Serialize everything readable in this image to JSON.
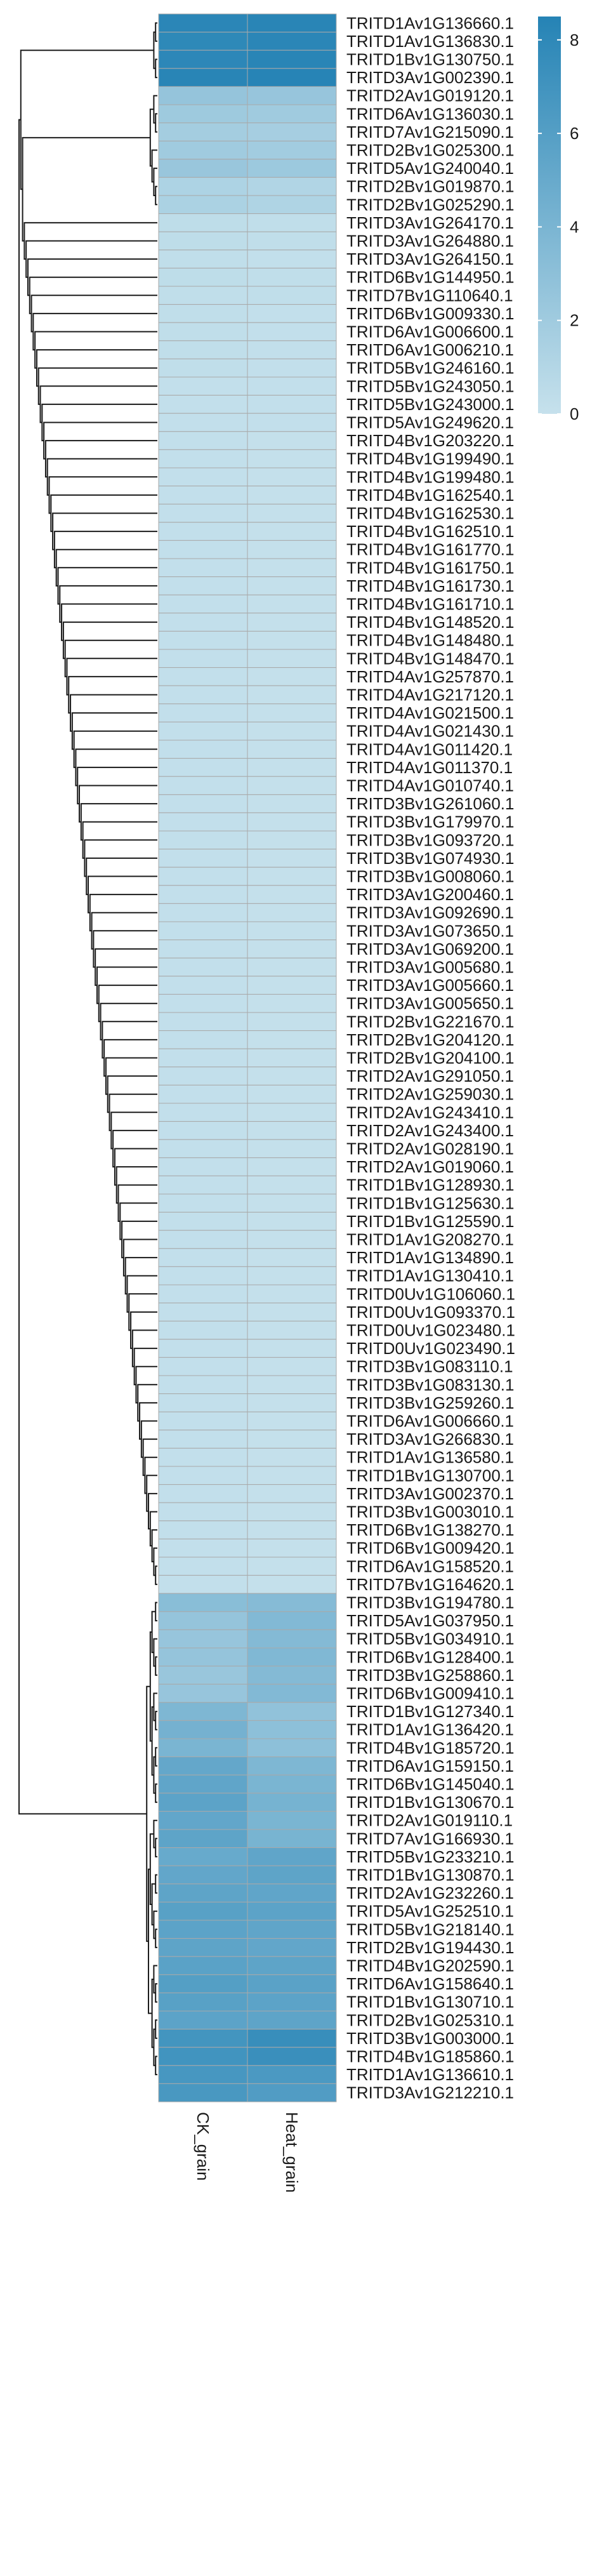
{
  "chart_data": {
    "type": "heatmap",
    "title": "",
    "columns": [
      "CK_grain",
      "Heat_grain"
    ],
    "rows": [
      "TRITD1Av1G136660.1",
      "TRITD1Av1G136830.1",
      "TRITD1Bv1G130750.1",
      "TRITD3Av1G002390.1",
      "TRITD2Av1G019120.1",
      "TRITD6Av1G136030.1",
      "TRITD7Av1G215090.1",
      "TRITD2Bv1G025300.1",
      "TRITD5Av1G240040.1",
      "TRITD2Bv1G019870.1",
      "TRITD2Bv1G025290.1",
      "TRITD3Av1G264170.1",
      "TRITD3Av1G264880.1",
      "TRITD3Av1G264150.1",
      "TRITD6Bv1G144950.1",
      "TRITD7Bv1G110640.1",
      "TRITD6Bv1G009330.1",
      "TRITD6Av1G006600.1",
      "TRITD6Av1G006210.1",
      "TRITD5Bv1G246160.1",
      "TRITD5Bv1G243050.1",
      "TRITD5Bv1G243000.1",
      "TRITD5Av1G249620.1",
      "TRITD4Bv1G203220.1",
      "TRITD4Bv1G199490.1",
      "TRITD4Bv1G199480.1",
      "TRITD4Bv1G162540.1",
      "TRITD4Bv1G162530.1",
      "TRITD4Bv1G162510.1",
      "TRITD4Bv1G161770.1",
      "TRITD4Bv1G161750.1",
      "TRITD4Bv1G161730.1",
      "TRITD4Bv1G161710.1",
      "TRITD4Bv1G148520.1",
      "TRITD4Bv1G148480.1",
      "TRITD4Bv1G148470.1",
      "TRITD4Av1G257870.1",
      "TRITD4Av1G217120.1",
      "TRITD4Av1G021500.1",
      "TRITD4Av1G021430.1",
      "TRITD4Av1G011420.1",
      "TRITD4Av1G011370.1",
      "TRITD4Av1G010740.1",
      "TRITD3Bv1G261060.1",
      "TRITD3Bv1G179970.1",
      "TRITD3Bv1G093720.1",
      "TRITD3Bv1G074930.1",
      "TRITD3Bv1G008060.1",
      "TRITD3Av1G200460.1",
      "TRITD3Av1G092690.1",
      "TRITD3Av1G073650.1",
      "TRITD3Av1G069200.1",
      "TRITD3Av1G005680.1",
      "TRITD3Av1G005660.1",
      "TRITD3Av1G005650.1",
      "TRITD2Bv1G221670.1",
      "TRITD2Bv1G204120.1",
      "TRITD2Bv1G204100.1",
      "TRITD2Av1G291050.1",
      "TRITD2Av1G259030.1",
      "TRITD2Av1G243410.1",
      "TRITD2Av1G243400.1",
      "TRITD2Av1G028190.1",
      "TRITD2Av1G019060.1",
      "TRITD1Bv1G128930.1",
      "TRITD1Bv1G125630.1",
      "TRITD1Bv1G125590.1",
      "TRITD1Av1G208270.1",
      "TRITD1Av1G134890.1",
      "TRITD1Av1G130410.1",
      "TRITD0Uv1G106060.1",
      "TRITD0Uv1G093370.1",
      "TRITD0Uv1G023480.1",
      "TRITD0Uv1G023490.1",
      "TRITD3Bv1G083110.1",
      "TRITD3Bv1G083130.1",
      "TRITD3Bv1G259260.1",
      "TRITD6Av1G006660.1",
      "TRITD3Av1G266830.1",
      "TRITD1Av1G136580.1",
      "TRITD1Bv1G130700.1",
      "TRITD3Av1G002370.1",
      "TRITD3Bv1G003010.1",
      "TRITD6Bv1G138270.1",
      "TRITD6Bv1G009420.1",
      "TRITD6Av1G158520.1",
      "TRITD7Bv1G164620.1",
      "TRITD3Bv1G194780.1",
      "TRITD5Av1G037950.1",
      "TRITD5Bv1G034910.1",
      "TRITD6Bv1G128400.1",
      "TRITD3Bv1G258860.1",
      "TRITD6Bv1G009410.1",
      "TRITD1Bv1G127340.1",
      "TRITD1Av1G136420.1",
      "TRITD4Bv1G185720.1",
      "TRITD6Av1G159150.1",
      "TRITD6Bv1G145040.1",
      "TRITD1Bv1G130670.1",
      "TRITD2Av1G019110.1",
      "TRITD7Av1G166930.1",
      "TRITD5Bv1G233210.1",
      "TRITD1Bv1G130870.1",
      "TRITD2Av1G232260.1",
      "TRITD5Av1G252510.1",
      "TRITD5Bv1G218140.1",
      "TRITD2Bv1G194430.1",
      "TRITD4Bv1G202590.1",
      "TRITD6Av1G158640.1",
      "TRITD1Bv1G130710.1",
      "TRITD2Bv1G025310.1",
      "TRITD3Bv1G003000.1",
      "TRITD4Bv1G185860.1",
      "TRITD1Av1G136610.1",
      "TRITD3Av1G212210.1"
    ],
    "values": [
      [
        8.2,
        8.3
      ],
      [
        8.0,
        8.2
      ],
      [
        8.1,
        8.3
      ],
      [
        8.3,
        8.4
      ],
      [
        2.6,
        2.5
      ],
      [
        2.1,
        2.0
      ],
      [
        1.8,
        1.7
      ],
      [
        2.0,
        1.9
      ],
      [
        2.4,
        2.2
      ],
      [
        1.3,
        1.1
      ],
      [
        1.4,
        1.2
      ],
      [
        0.4,
        0.3
      ],
      [
        0.4,
        0.3
      ],
      [
        0.3,
        0.2
      ],
      [
        0.4,
        0.3
      ],
      [
        0.3,
        0.3
      ],
      [
        0.3,
        0.2
      ],
      [
        0.3,
        0.2
      ],
      [
        0.3,
        0.2
      ],
      [
        0.3,
        0.2
      ],
      [
        0.2,
        0.2
      ],
      [
        0.2,
        0.2
      ],
      [
        0.2,
        0.2
      ],
      [
        0.2,
        0.1
      ],
      [
        0.2,
        0.1
      ],
      [
        0.2,
        0.1
      ],
      [
        0.2,
        0.1
      ],
      [
        0.2,
        0.1
      ],
      [
        0.2,
        0.1
      ],
      [
        0.2,
        0.1
      ],
      [
        0.2,
        0.1
      ],
      [
        0.2,
        0.1
      ],
      [
        0.2,
        0.1
      ],
      [
        0.2,
        0.1
      ],
      [
        0.2,
        0.1
      ],
      [
        0.2,
        0.1
      ],
      [
        0.2,
        0.1
      ],
      [
        0.2,
        0.1
      ],
      [
        0.2,
        0.1
      ],
      [
        0.2,
        0.1
      ],
      [
        0.2,
        0.1
      ],
      [
        0.2,
        0.1
      ],
      [
        0.2,
        0.1
      ],
      [
        0.2,
        0.1
      ],
      [
        0.2,
        0.1
      ],
      [
        0.2,
        0.1
      ],
      [
        0.2,
        0.1
      ],
      [
        0.2,
        0.1
      ],
      [
        0.2,
        0.1
      ],
      [
        0.2,
        0.1
      ],
      [
        0.2,
        0.1
      ],
      [
        0.2,
        0.1
      ],
      [
        0.2,
        0.1
      ],
      [
        0.2,
        0.1
      ],
      [
        0.2,
        0.1
      ],
      [
        0.2,
        0.1
      ],
      [
        0.2,
        0.1
      ],
      [
        0.2,
        0.1
      ],
      [
        0.2,
        0.1
      ],
      [
        0.2,
        0.1
      ],
      [
        0.2,
        0.1
      ],
      [
        0.2,
        0.1
      ],
      [
        0.2,
        0.1
      ],
      [
        0.2,
        0.1
      ],
      [
        0.2,
        0.1
      ],
      [
        0.2,
        0.1
      ],
      [
        0.2,
        0.1
      ],
      [
        0.2,
        0.1
      ],
      [
        0.2,
        0.1
      ],
      [
        0.2,
        0.1
      ],
      [
        0.2,
        0.1
      ],
      [
        0.2,
        0.1
      ],
      [
        0.2,
        0.1
      ],
      [
        0.2,
        0.1
      ],
      [
        0.2,
        0.1
      ],
      [
        0.2,
        0.1
      ],
      [
        0.2,
        0.1
      ],
      [
        0.2,
        0.1
      ],
      [
        0.2,
        0.1
      ],
      [
        0.2,
        0.1
      ],
      [
        0.2,
        0.1
      ],
      [
        0.2,
        0.1
      ],
      [
        0.2,
        0.1
      ],
      [
        0.2,
        0.1
      ],
      [
        0.2,
        0.1
      ],
      [
        0.2,
        0.1
      ],
      [
        0.2,
        0.1
      ],
      [
        3.2,
        3.4
      ],
      [
        2.6,
        3.6
      ],
      [
        2.5,
        3.5
      ],
      [
        2.6,
        3.7
      ],
      [
        2.4,
        3.5
      ],
      [
        2.5,
        3.6
      ],
      [
        3.8,
        2.8
      ],
      [
        4.3,
        3.0
      ],
      [
        4.0,
        3.0
      ],
      [
        5.2,
        3.8
      ],
      [
        5.4,
        4.0
      ],
      [
        5.6,
        4.2
      ],
      [
        5.3,
        4.0
      ],
      [
        5.5,
        4.1
      ],
      [
        5.0,
        5.4
      ],
      [
        5.3,
        5.5
      ],
      [
        5.5,
        5.4
      ],
      [
        5.8,
        5.6
      ],
      [
        5.6,
        5.4
      ],
      [
        5.5,
        5.3
      ],
      [
        5.7,
        5.5
      ],
      [
        6.0,
        5.7
      ],
      [
        5.8,
        5.6
      ],
      [
        5.6,
        5.5
      ],
      [
        6.9,
        7.5
      ],
      [
        7.0,
        7.4
      ],
      [
        6.7,
        6.5
      ],
      [
        6.6,
        6.2
      ]
    ],
    "legend": {
      "ticks": [
        0,
        2,
        4,
        6,
        8
      ],
      "range": [
        0,
        8.5
      ],
      "color_low": "#c6e1ec",
      "color_high": "#2583b5",
      "placement": "top-right"
    },
    "cell_border_color": "#a9a9a9",
    "dendrogram": {
      "row_merge_order": "hierarchical",
      "column_dendrogram": false
    }
  }
}
